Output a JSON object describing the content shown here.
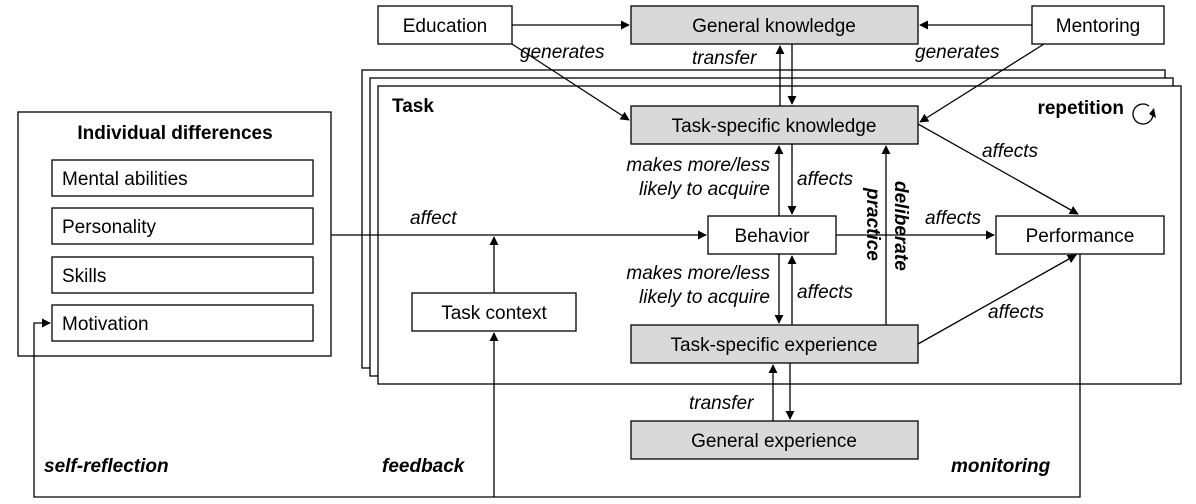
{
  "nodes": {
    "education": "Education",
    "general_knowledge": "General knowledge",
    "mentoring": "Mentoring",
    "task_specific_knowledge": "Task-specific knowledge",
    "behavior": "Behavior",
    "performance": "Performance",
    "task_context": "Task context",
    "task_specific_experience": "Task-specific experience",
    "general_experience": "General experience"
  },
  "panels": {
    "individual_differences": {
      "title": "Individual differences",
      "items": [
        "Mental abilities",
        "Personality",
        "Skills",
        "Motivation"
      ]
    },
    "task": {
      "title": "Task",
      "repetition": "repetition"
    }
  },
  "edge_labels": {
    "generates_left": "generates",
    "generates_right": "generates",
    "transfer_top": "transfer",
    "transfer_bottom": "transfer",
    "makes_more_less_top_1": "makes more/less",
    "makes_more_less_top_2": "likely to acquire",
    "makes_more_less_bottom_1": "makes more/less",
    "makes_more_less_bottom_2": "likely to acquire",
    "affects_knowledge_behavior": "affects",
    "affects_experience_behavior": "affects",
    "affects_behavior_performance": "affects",
    "affects_knowledge_performance": "affects",
    "affects_experience_performance": "affects",
    "affect": "affect",
    "deliberate": "deliberate",
    "practice": "practice"
  },
  "loop_labels": {
    "self_reflection": "self-reflection",
    "feedback": "feedback",
    "monitoring": "monitoring"
  },
  "colors": {
    "shaded_box": "#d9d9d9",
    "line": "#000000"
  }
}
